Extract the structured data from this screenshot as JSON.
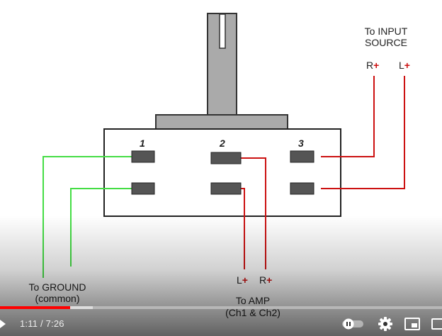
{
  "diagram": {
    "pin_numbers": [
      "1",
      "2",
      "3"
    ],
    "input_label_line1": "To INPUT",
    "input_label_line2": "SOURCE",
    "input_r": "R",
    "input_l": "L",
    "ground_label_line1": "To GROUND",
    "ground_label_line2": "(common)",
    "amp_l": "L",
    "amp_r": "R",
    "amp_label_line1": "To AMP",
    "amp_label_line2": "(Ch1 & Ch2)",
    "plus_sign": "+"
  },
  "colors": {
    "ground_wire": "#44dd44",
    "signal_wire": "#cc1111",
    "body_fill": "#ffffff",
    "shaft_fill": "#aaaaaa",
    "pad_fill": "#555555",
    "progress_played": "#ff0000"
  },
  "player": {
    "current_time": "1:11",
    "duration": "7:26",
    "time_display": "1:11 / 7:26",
    "progress_fraction": 0.159,
    "buffer_fraction": 0.21,
    "icons": [
      "play-icon",
      "autoplay-toggle-icon",
      "settings-gear-icon",
      "miniplayer-icon",
      "theater-mode-icon"
    ]
  }
}
